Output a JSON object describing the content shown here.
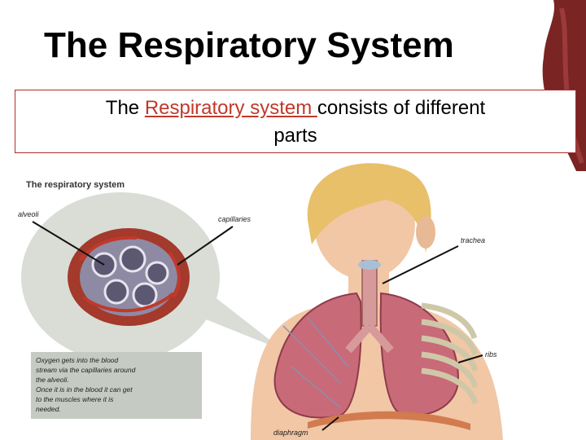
{
  "slide": {
    "title": "The Respiratory System",
    "subtitle_prefix": "The ",
    "subtitle_highlight": "Respiratory system ",
    "subtitle_suffix": "consists of different",
    "subtitle_line2": "parts"
  },
  "diagram": {
    "heading": "The respiratory system",
    "labels": {
      "alveoli": "alveoli",
      "capillaries": "capillaries",
      "trachea": "trachea",
      "ribs": "ribs",
      "diaphragm": "diaphragm"
    },
    "caption_lines": [
      "Oxygen gets into the blood",
      "stream via the capillaries around",
      "the alveoli.",
      "Once it is in the blood it can get",
      "to the muscles where it is",
      "needed."
    ]
  },
  "colors": {
    "accent": "#c0392b",
    "deco": "#7a2424",
    "lung": "#c96a78",
    "skin": "#f1c7a6",
    "hair": "#e8c06a",
    "bubble": "#d9ddd5"
  }
}
